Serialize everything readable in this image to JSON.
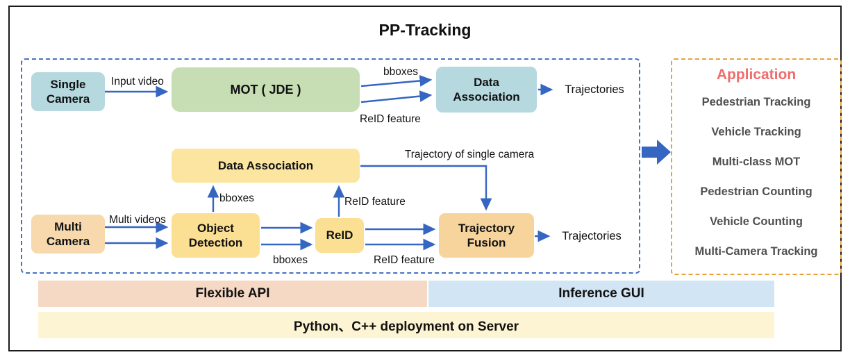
{
  "title": "PP-Tracking",
  "nodes": {
    "single_camera": "Single\nCamera",
    "mot": "MOT ( JDE )",
    "data_association_top": "Data\nAssociation",
    "data_association_mid": "Data Association",
    "multi_camera": "Multi\nCamera",
    "object_detection": "Object\nDetection",
    "reid": "ReID",
    "trajectory_fusion": "Trajectory\nFusion"
  },
  "edge_labels": {
    "input_video": "Input video",
    "bboxes_top": "bboxes",
    "reid_feature_top": "ReID  feature",
    "trajectories_top": "Trajectories",
    "trajectory_of_single_camera": "Trajectory of single camera",
    "multi_videos": "Multi videos",
    "bboxes_up": "bboxes",
    "bboxes_bottom": "bboxes",
    "reid_feature_up": "ReID  feature",
    "reid_feature_bottom": "ReID  feature",
    "trajectories_bottom": "Trajectories"
  },
  "application": {
    "title": "Application",
    "items": [
      "Pedestrian Tracking",
      "Vehicle Tracking",
      "Multi-class MOT",
      "Pedestrian Counting",
      "Vehicle Counting",
      "Multi-Camera Tracking"
    ]
  },
  "bars": {
    "flexible_api": "Flexible API",
    "inference_gui": "Inference GUI",
    "deployment": "Python、C++ deployment on Server"
  },
  "colors": {
    "arrow": "#3566c1",
    "pipeline_border": "#4472c4",
    "application_border": "#e9a23b",
    "application_title": "#f16c6c",
    "single_camera_fill": "#b5d9df",
    "mot_fill": "#c7ddb4",
    "yellow_fill": "#fbe39c",
    "orange_fill": "#f6d5a2",
    "flexible_api_fill": "#f6d9c5",
    "inference_gui_fill": "#d2e5f4",
    "deployment_fill": "#fdf4d3"
  }
}
